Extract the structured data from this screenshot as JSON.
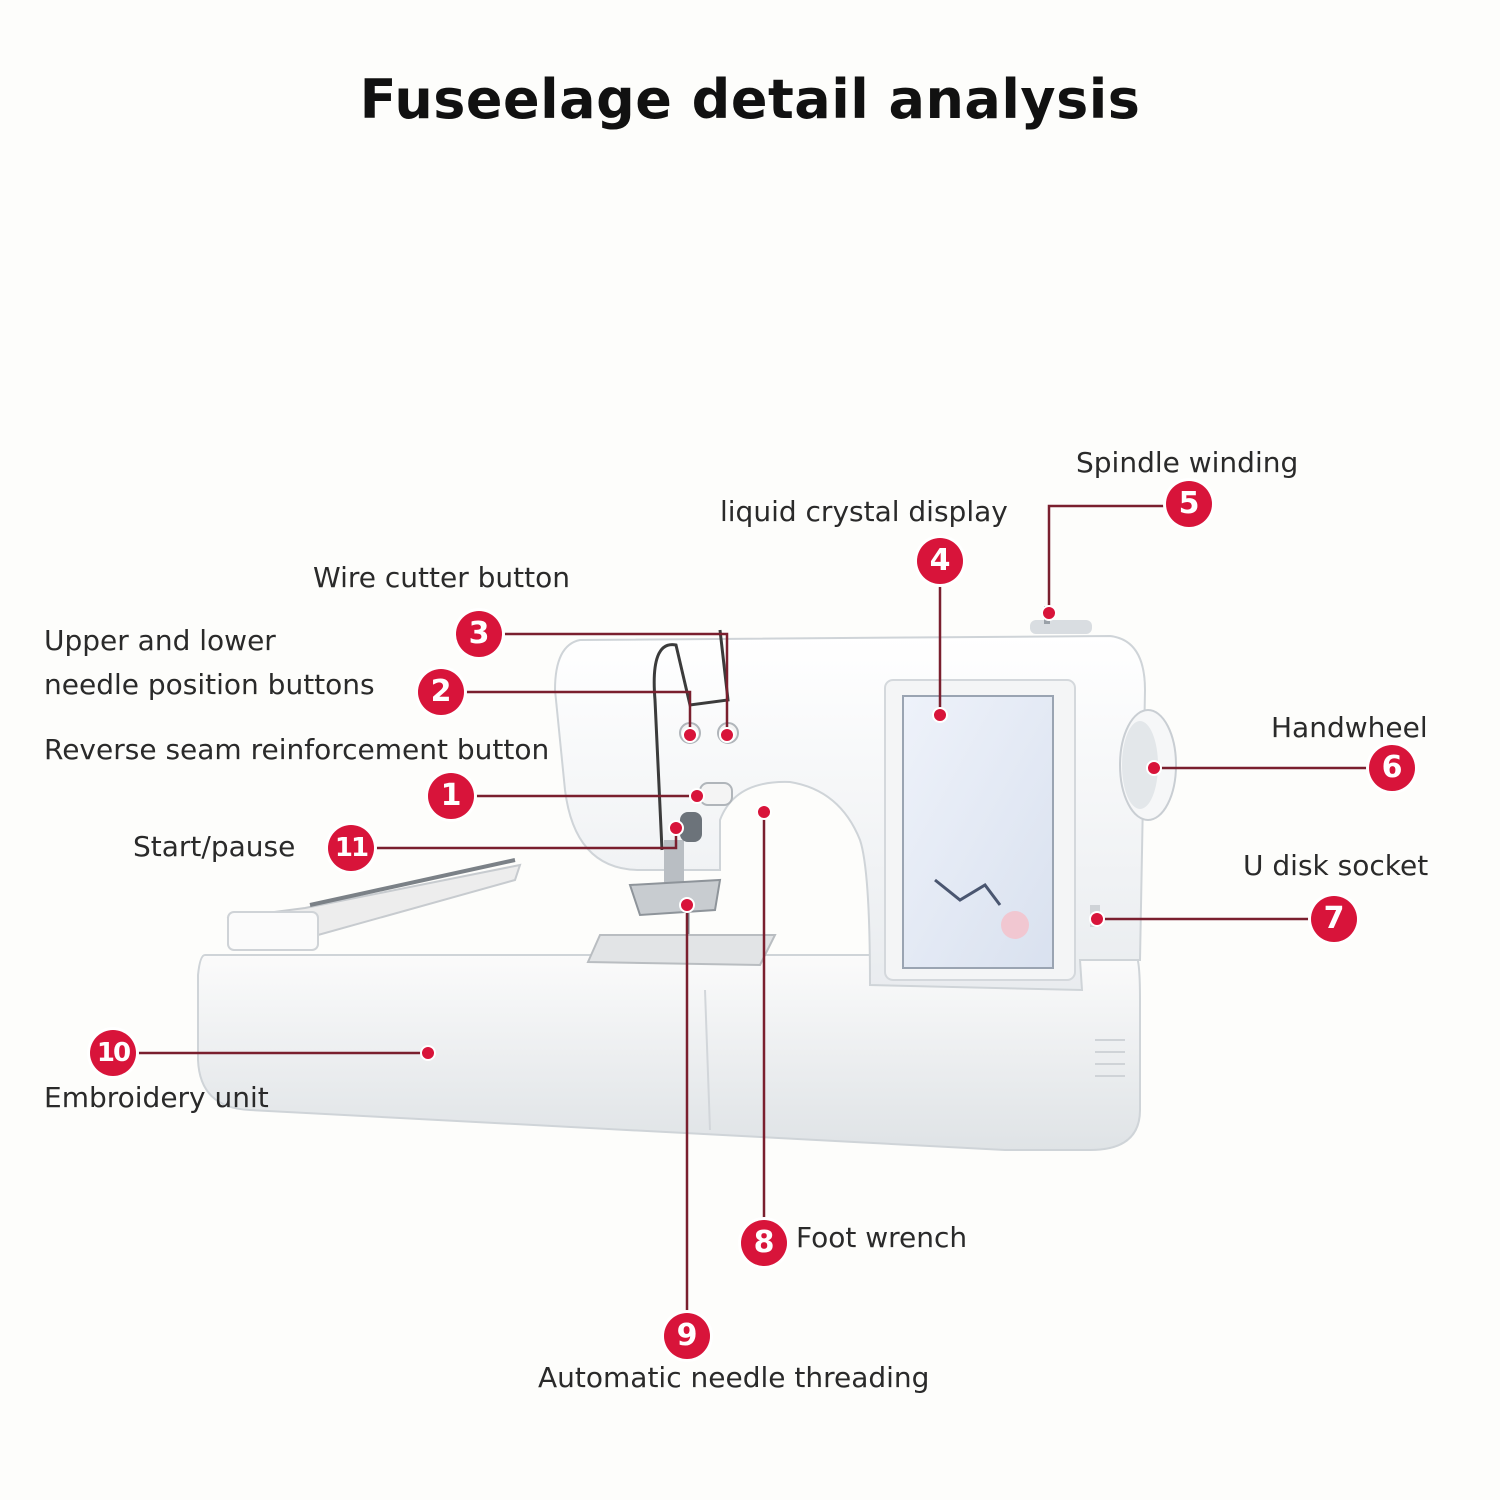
{
  "title": "Fuseelage detail analysis",
  "callouts": [
    {
      "num": "1",
      "label": "Reverse seam reinforcement button"
    },
    {
      "num": "2",
      "label_line1": "Upper and lower",
      "label_line2": "needle position buttons"
    },
    {
      "num": "3",
      "label": "Wire cutter button"
    },
    {
      "num": "4",
      "label": "liquid crystal display"
    },
    {
      "num": "5",
      "label": "Spindle winding"
    },
    {
      "num": "6",
      "label": "Handwheel"
    },
    {
      "num": "7",
      "label": "U disk socket"
    },
    {
      "num": "8",
      "label": "Foot wrench"
    },
    {
      "num": "9",
      "label": "Automatic needle threading"
    },
    {
      "num": "10",
      "label": "Embroidery unit"
    },
    {
      "num": "11",
      "label": "Start/pause"
    }
  ],
  "colors": {
    "accent": "#d8143a",
    "leader": "#7a1f2e",
    "machine": "#ffffff",
    "screen": "#e6ecf6"
  }
}
